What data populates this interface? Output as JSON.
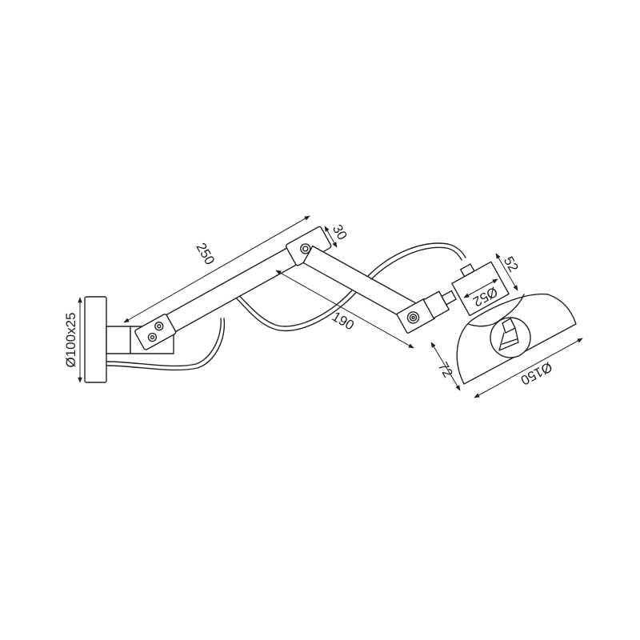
{
  "drawing": {
    "dimensions": {
      "base": "Ø100x25",
      "arm_length": "250",
      "arm_width": "30",
      "second_arm_length": "190",
      "head_length": "52",
      "head_diameter": "Ø52",
      "shade_height": "72",
      "shade_diameter": "Ø150"
    },
    "line_color": "#231f20"
  }
}
